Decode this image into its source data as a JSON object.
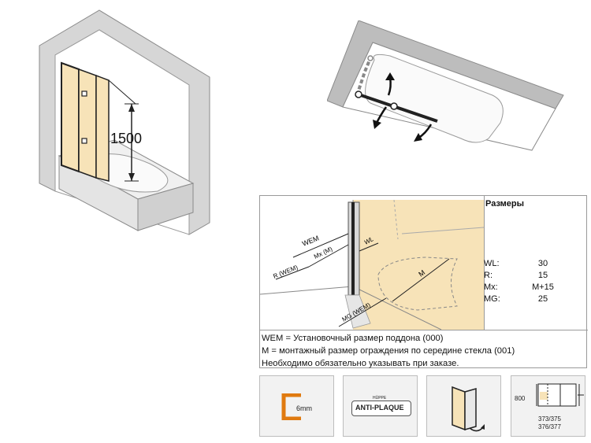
{
  "illustration": {
    "height_label": "1500"
  },
  "spec": {
    "dims_title": "Размеры",
    "drawing_labels": {
      "wem": "WEM",
      "mx": "Mx (M)",
      "r": "R (WEM)",
      "wl": "WL",
      "m": "M",
      "mg": "MG (WEM)"
    },
    "dims": [
      {
        "key": "WL:",
        "value": "30"
      },
      {
        "key": "R:",
        "value": "15"
      },
      {
        "key": "Mx:",
        "value": "M+15"
      },
      {
        "key": "MG:",
        "value": "25"
      }
    ],
    "notes": [
      "WEM = Установочный размер поддона (000)",
      "M = монтажный размер ограждения по середине стекла (001)",
      "Необходимо обязательно указывать при заказе."
    ]
  },
  "feature_icons": {
    "glass_thickness": "6mm",
    "coating_brand": "HÜPPE",
    "coating_name": "ANTI-PLAQUE",
    "height_label": "800",
    "model_numbers_1": "373/375",
    "model_numbers_2": "376/377"
  },
  "colors": {
    "glass_fill": "#f7e3b8",
    "frame": "#222222",
    "wall": "#cfcfcf",
    "accent_orange": "#e07a10"
  }
}
